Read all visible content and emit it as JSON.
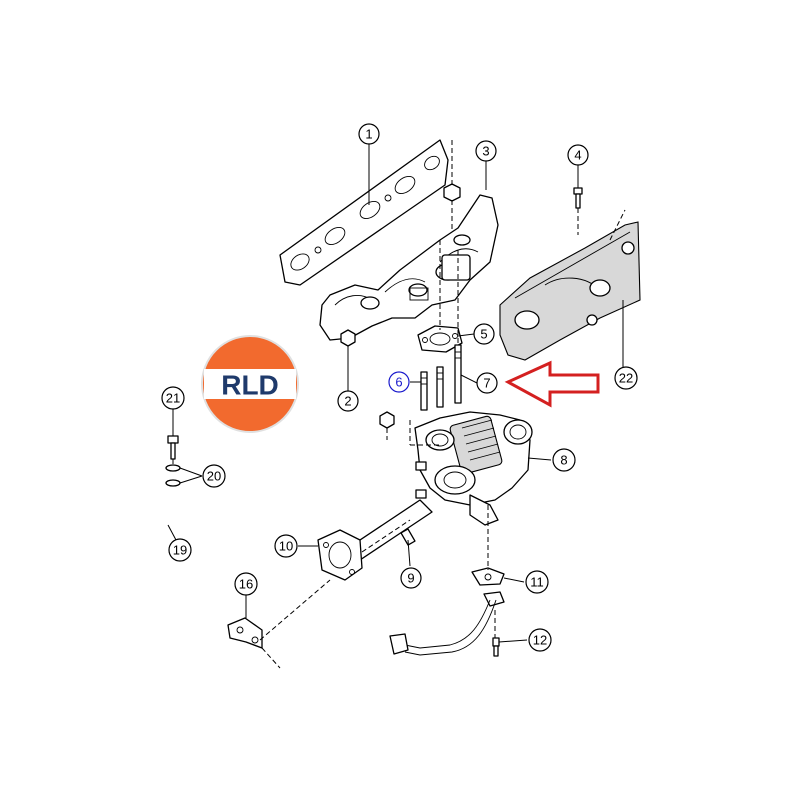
{
  "logo": {
    "text": "RLD",
    "colors": {
      "orange": "#f26a2e",
      "navy": "#1f3a6b"
    }
  },
  "highlight": {
    "arrow_color": "#d42020",
    "callout_color": "#1a1acc",
    "target_part": "7"
  },
  "callouts": [
    {
      "id": "c1",
      "label": "1"
    },
    {
      "id": "c2",
      "label": "2"
    },
    {
      "id": "c3",
      "label": "3"
    },
    {
      "id": "c4",
      "label": "4"
    },
    {
      "id": "c5",
      "label": "5"
    },
    {
      "id": "c6",
      "label": "6"
    },
    {
      "id": "c7",
      "label": "7"
    },
    {
      "id": "c8",
      "label": "8"
    },
    {
      "id": "c9",
      "label": "9"
    },
    {
      "id": "c10",
      "label": "10"
    },
    {
      "id": "c11",
      "label": "11"
    },
    {
      "id": "c12",
      "label": "12"
    },
    {
      "id": "c16",
      "label": "16"
    },
    {
      "id": "c19",
      "label": "19"
    },
    {
      "id": "c20",
      "label": "20"
    },
    {
      "id": "c21",
      "label": "21"
    },
    {
      "id": "c22",
      "label": "22"
    }
  ]
}
